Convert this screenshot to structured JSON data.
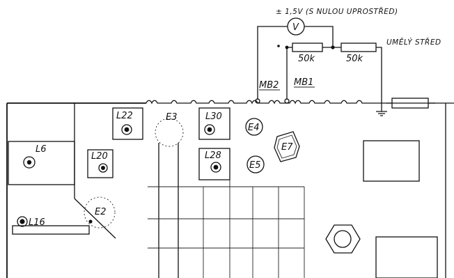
{
  "schematic": {
    "supply_label": "± 1,5V (S NULOU UPROSTŘED)",
    "voltmeter_label": "V",
    "resistor_left_label": "50k",
    "resistor_right_label": "50k",
    "center_label": "UMĚLÝ STŘED",
    "mb1_label": "MB1",
    "mb2_label": "MB2"
  },
  "board": {
    "l6": "L6",
    "l16": "L16",
    "l20": "L20",
    "l22": "L22",
    "l28": "L28",
    "l30": "L30",
    "e2": "E2",
    "e3": "E3",
    "e4": "E4",
    "e5": "E5",
    "e7": "E7"
  }
}
